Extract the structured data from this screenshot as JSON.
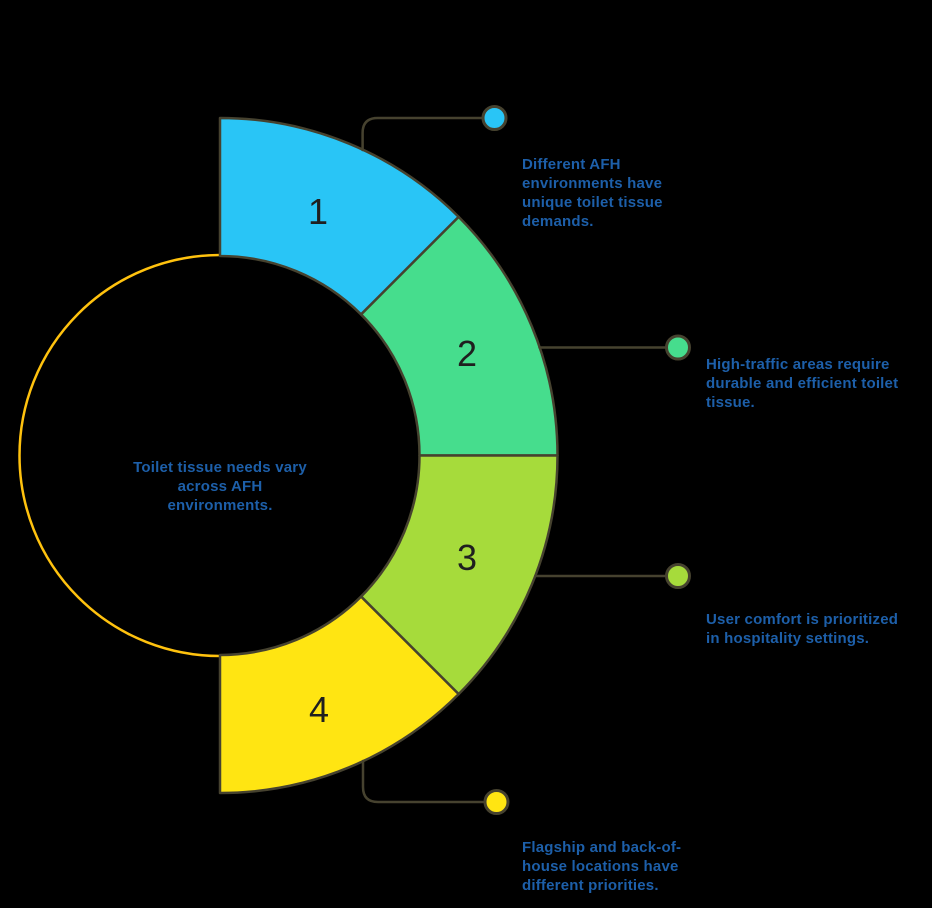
{
  "title": "Toilet tissue needs semicircle infographic",
  "center": {
    "text": "Toilet tissue needs vary across AFH environments."
  },
  "segments": [
    {
      "number": "1",
      "color": "#29c5f6",
      "label": "Different AFH environments have unique toilet tissue demands."
    },
    {
      "number": "2",
      "color": "#46dd8d",
      "label": "High-traffic areas require durable and efficient toilet tissue."
    },
    {
      "number": "3",
      "color": "#a6db3b",
      "label": "User comfort is prioritized in hospitality settings."
    },
    {
      "number": "4",
      "color": "#ffe512",
      "label": "Flagship and back-of-house locations have different priorities."
    }
  ],
  "colors": {
    "background": "#000000",
    "connector": "#46422f",
    "circle_outline": "#ffc20e",
    "label_text": "#1d5fa9",
    "number_text": "#1f1f1f"
  }
}
